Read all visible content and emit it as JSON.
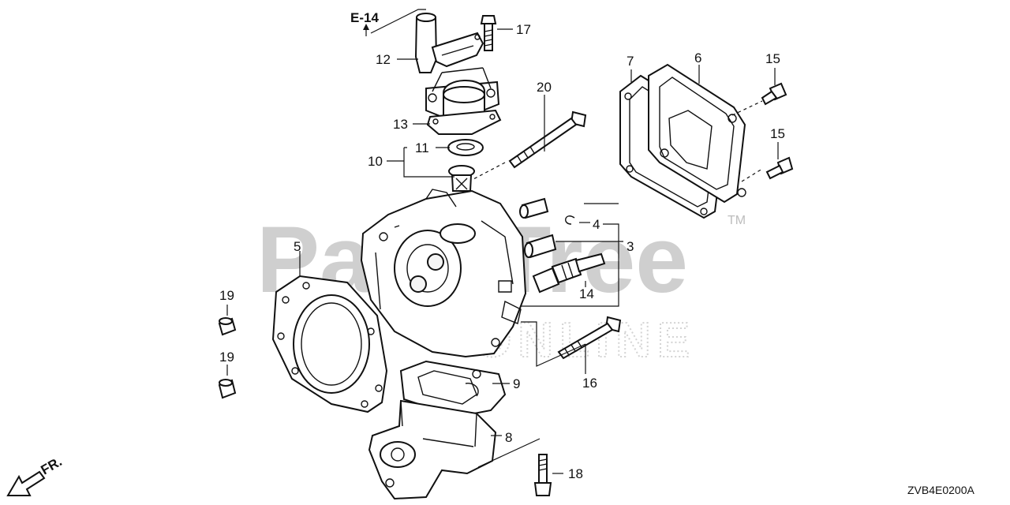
{
  "diagram": {
    "reference": "E-14",
    "direction_label": "FR.",
    "drawing_code": "ZVB4E0200A",
    "watermark": {
      "brand": "PartsTree",
      "trademark": "TM",
      "subtext": "ONLINE"
    },
    "callouts": [
      {
        "id": "c3",
        "label": "3"
      },
      {
        "id": "c4",
        "label": "4"
      },
      {
        "id": "c5",
        "label": "5"
      },
      {
        "id": "c6",
        "label": "6"
      },
      {
        "id": "c7",
        "label": "7"
      },
      {
        "id": "c8",
        "label": "8"
      },
      {
        "id": "c9",
        "label": "9"
      },
      {
        "id": "c10",
        "label": "10"
      },
      {
        "id": "c11",
        "label": "11"
      },
      {
        "id": "c12",
        "label": "12"
      },
      {
        "id": "c13",
        "label": "13"
      },
      {
        "id": "c14",
        "label": "14"
      },
      {
        "id": "c15a",
        "label": "15"
      },
      {
        "id": "c15b",
        "label": "15"
      },
      {
        "id": "c16",
        "label": "16"
      },
      {
        "id": "c17",
        "label": "17"
      },
      {
        "id": "c18",
        "label": "18"
      },
      {
        "id": "c19a",
        "label": "19"
      },
      {
        "id": "c19b",
        "label": "19"
      },
      {
        "id": "c20",
        "label": "20"
      }
    ]
  }
}
